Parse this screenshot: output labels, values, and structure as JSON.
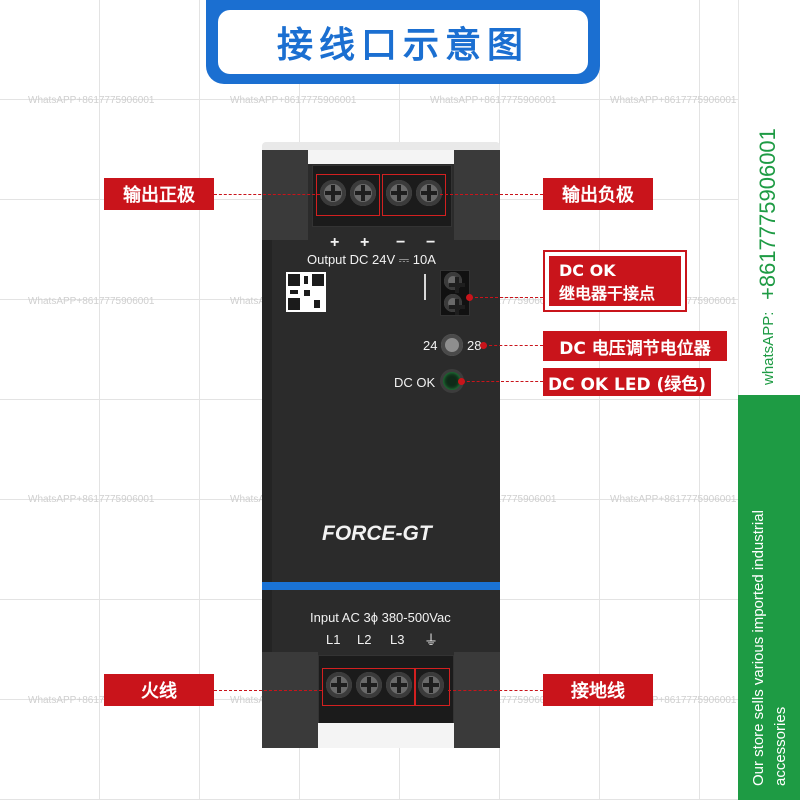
{
  "title": "接线口示意图",
  "watermark_text": "WhatsAPP+8617775906001",
  "device": {
    "polarity_symbols": [
      "+",
      "+",
      "−",
      "−"
    ],
    "output_label": "Output DC 24V ⎓ 10A",
    "pot_min": "24",
    "pot_max": "28",
    "led_label": "DC OK",
    "brand": "FORCE-GT",
    "input_label": "Input AC  3ϕ 380-500Vac",
    "input_terminals": [
      "L1",
      "L2",
      "L3",
      "⏚"
    ]
  },
  "callouts": {
    "output_positive": "输出正极",
    "output_negative": "输出负极",
    "relay_line1": "DC OK",
    "relay_line2": "继电器干接点",
    "pot": "DC 电压调节电位器",
    "led": "DC OK LED (绿色)",
    "live": "火线",
    "ground": "接地线"
  },
  "side_panel": {
    "phone": "+8617775906001",
    "whatsapp_label": "whatsAPP:",
    "store_text_line1": "Our store sells various imported industrial",
    "store_text_line2": "accessories"
  },
  "colors": {
    "accent_blue": "#1b6fd1",
    "callout_red": "#c9141b",
    "panel_green": "#1e9b44",
    "device_body": "#2b2b2b"
  }
}
